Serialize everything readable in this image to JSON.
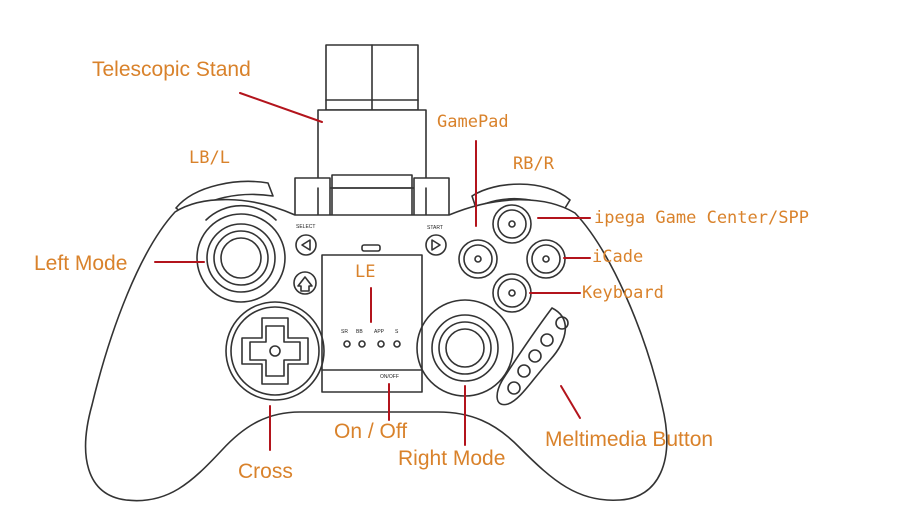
{
  "colors": {
    "label": "#d9822b",
    "leader": "#b3141c",
    "outline": "#333333",
    "background": "#ffffff"
  },
  "labels": {
    "telescopic_stand": "Telescopic Stand",
    "lb_l": "LB/L",
    "gamepad": "GamePad",
    "rb_r": "RB/R",
    "ipega_game_center": "ipega Game Center/SPP",
    "left_mode": "Left Mode",
    "icade": "iCade",
    "le": "LE",
    "keyboard": "Keyboard",
    "on_off": "On / Off",
    "meltimedia_button": "Meltimedia Button",
    "cross": "Cross",
    "right_mode": "Right Mode"
  },
  "device_text": {
    "select": "SELECT",
    "start": "START",
    "led_labels": [
      "SR",
      "BB",
      "APP",
      "S"
    ],
    "switch": "ON/OFF"
  }
}
